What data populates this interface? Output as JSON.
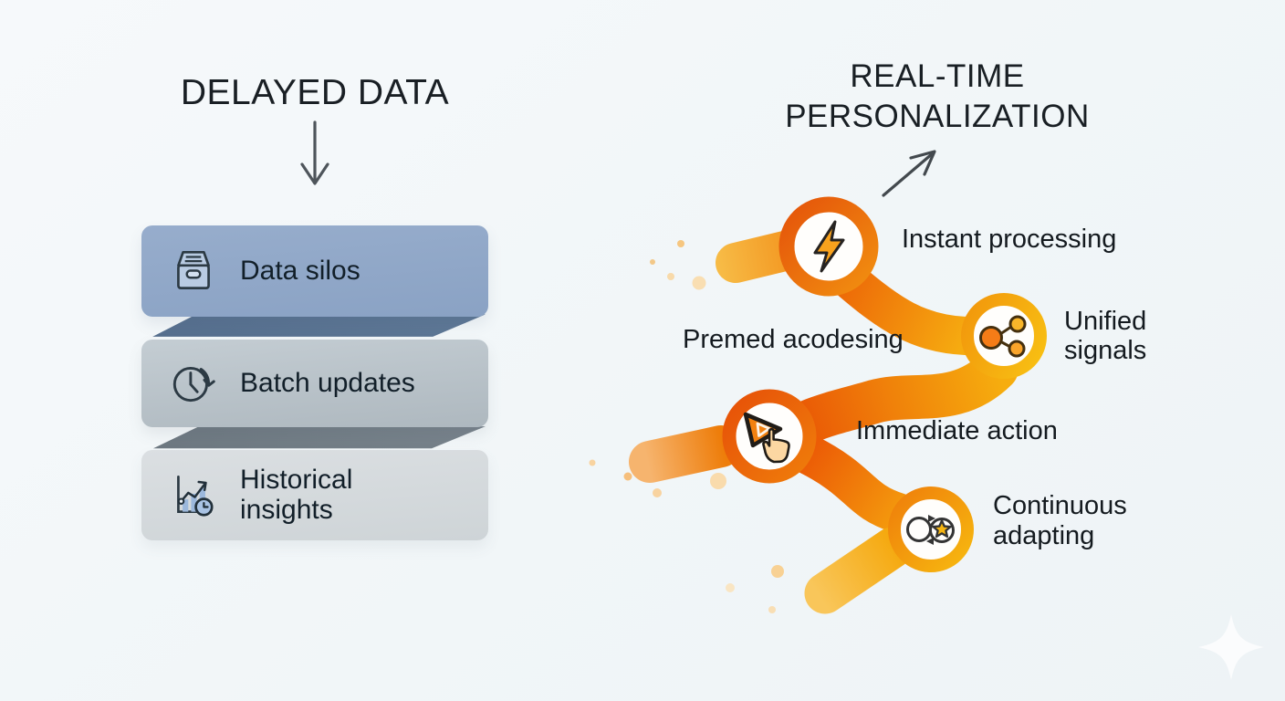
{
  "left_section": {
    "title": "DELAYED DATA",
    "items": [
      {
        "label": "Data silos",
        "icon": "archive-box-icon"
      },
      {
        "label": "Batch updates",
        "icon": "clock-refresh-icon"
      },
      {
        "label": "Historical insights",
        "icon": "chart-history-icon"
      }
    ]
  },
  "right_section": {
    "title": "REAL-TIME PERSONALIZATION",
    "nodes": [
      {
        "label": "Instant processing",
        "icon": "lightning-bolt-icon"
      },
      {
        "label": "Unified signals",
        "icon": "share-network-icon",
        "side_label": "Premed acodesing"
      },
      {
        "label": "Immediate action",
        "icon": "play-click-icon"
      },
      {
        "label": "Continuous adapting",
        "icon": "loop-star-icon"
      }
    ]
  },
  "colors": {
    "background": "#f2f6f8",
    "flow_orange_deep": "#e8530a",
    "flow_orange": "#f1830e",
    "flow_yellow": "#f8c013",
    "box_blue": "#92a9c8",
    "box_gray_blue": "#bcc6cd",
    "box_gray": "#d5dadd",
    "fold_blue": "#5a7492",
    "fold_gray": "#727d85",
    "text_dark": "#15222c"
  }
}
